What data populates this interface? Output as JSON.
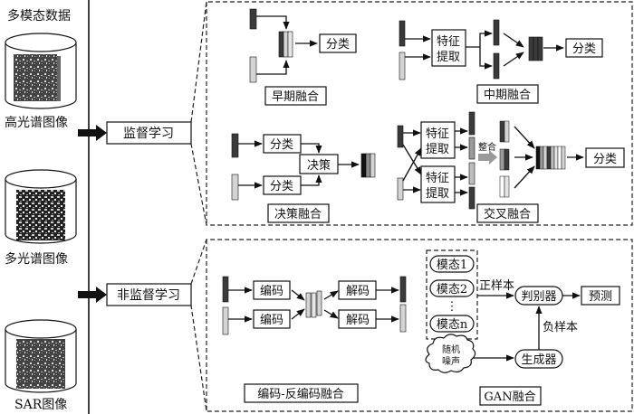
{
  "sources": {
    "title": "多模态数据",
    "items": [
      {
        "label": "高光谱图像",
        "image": "hyperspectral-image"
      },
      {
        "label": "多光谱图像",
        "image": "multispectral-image"
      },
      {
        "label": "SAR图像",
        "image": "sar-image"
      }
    ]
  },
  "branches": {
    "supervised": {
      "label": "监督学习",
      "early": {
        "title": "早期融合",
        "classify": "分类"
      },
      "middle": {
        "title": "中期融合",
        "feature": [
          "特征",
          "提取"
        ],
        "classify": "分类"
      },
      "decision": {
        "title": "决策融合",
        "classify1": "分类",
        "classify2": "分类",
        "decide": "决策"
      },
      "cross": {
        "title": "交叉融合",
        "feature1": [
          "特征",
          "提取"
        ],
        "feature2": [
          "特征",
          "提取"
        ],
        "integrate": "整合",
        "classify": "分类"
      }
    },
    "unsupervised": {
      "label": "非监督学习",
      "autoencoder": {
        "title": "编码-反编码融合",
        "encode1": "编码",
        "encode2": "编码",
        "decode1": "解码",
        "decode2": "解码"
      },
      "gan": {
        "title": "GAN融合",
        "modalities": [
          "模态1",
          "模态2",
          "⋮",
          "模态n"
        ],
        "positive": "正样本",
        "negative": "负样本",
        "discriminator": "判别器",
        "predict": "预测",
        "generator": "生成器",
        "noise": [
          "随机",
          "噪声"
        ]
      }
    }
  },
  "colors": {
    "dark_block": "#3a3a3a",
    "light_block": "#d4d4d4",
    "mid_block": "#8c8c8c",
    "integrate_arrow": "#9a9a9a"
  }
}
